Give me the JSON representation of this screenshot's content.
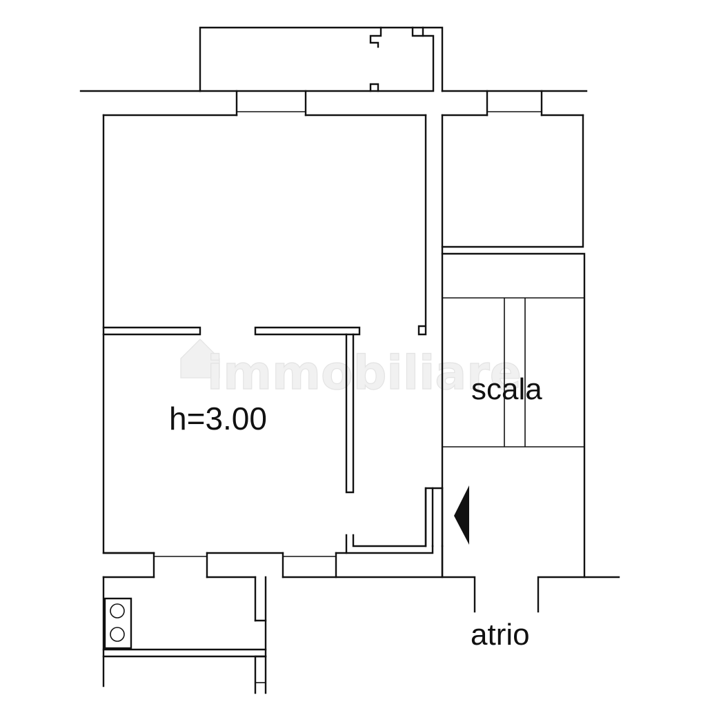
{
  "labels": {
    "height": "h=3.00",
    "stairs": "scala",
    "atrium": "atrio"
  },
  "watermark": {
    "text": "immobiliare"
  },
  "colors": {
    "line": "#111111",
    "background": "#ffffff",
    "watermark": "#e3e3e3"
  },
  "icons": {
    "entrance": "entrance-arrow-icon",
    "stove": "stove-burner-icon"
  }
}
